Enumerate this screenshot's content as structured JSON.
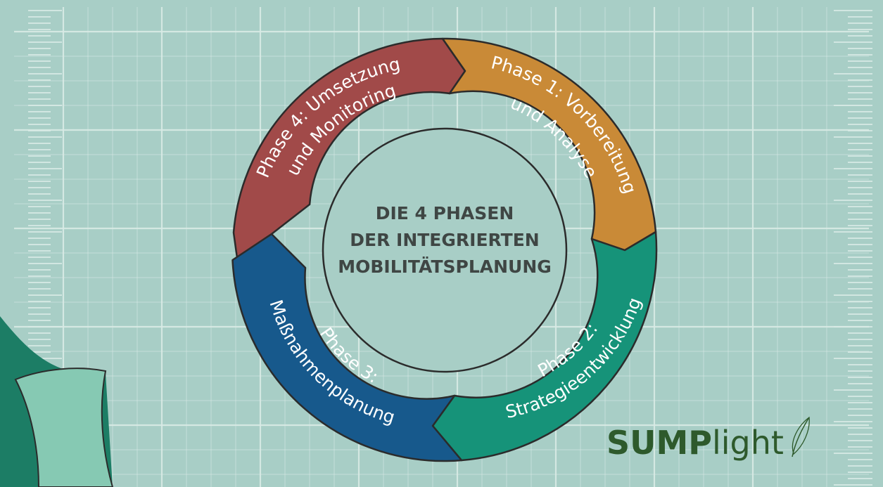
{
  "diagram": {
    "center_title_lines": [
      "DIE 4 PHASEN",
      "DER INTEGRIERTEN",
      "MOBILITÄTSPLANUNG"
    ],
    "phases": [
      {
        "id": "phase1",
        "lines": [
          "Phase 1: Vorbereitung",
          "und Analyse"
        ],
        "color": "#c98a37"
      },
      {
        "id": "phase2",
        "lines": [
          "Phase 2:",
          "Strategieentwicklung"
        ],
        "color": "#169379"
      },
      {
        "id": "phase3",
        "lines": [
          "Phase 3:",
          "Maßnahmenplanung"
        ],
        "color": "#17598c"
      },
      {
        "id": "phase4",
        "lines": [
          "Phase 4: Umsetzung",
          "und Monitoring"
        ],
        "color": "#a14a49"
      }
    ]
  },
  "logo": {
    "bold": "SUMP",
    "light": "light"
  },
  "colors": {
    "background": "#a8cec6",
    "grid": "#d9ebe6",
    "outline": "#2b2b2b",
    "center_text": "#3f4644",
    "logo": "#2e5a2c"
  }
}
